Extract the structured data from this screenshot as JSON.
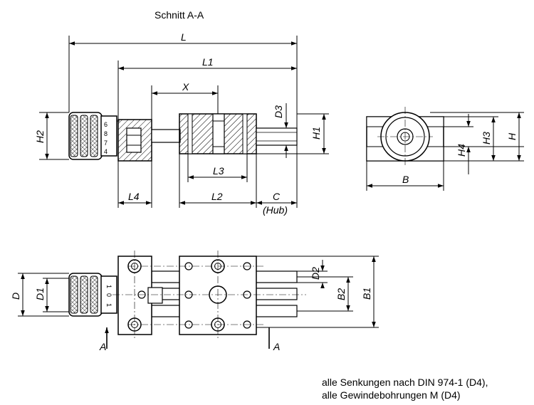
{
  "title": "Schnitt A-A",
  "section_marker": "A",
  "dimensions": {
    "L": "L",
    "L1": "L1",
    "X": "X",
    "D3": "D3",
    "H1": "H1",
    "H2": "H2",
    "L3": "L3",
    "L4": "L4",
    "L2": "L2",
    "C": "C",
    "hub": "(Hub)",
    "B": "B",
    "H4": "H4",
    "H3": "H3",
    "H": "H",
    "D": "D",
    "D1": "D1",
    "D2": "D2",
    "B2": "B2",
    "B1": "B1"
  },
  "scale_marks": {
    "side": [
      "6",
      "8",
      "7",
      "4"
    ],
    "top": [
      "1",
      "0",
      "1"
    ]
  },
  "notes": {
    "line1": "alle Senkungen nach DIN 974-1 (D4),",
    "line2": "alle Gewindebohrungen M (D4)"
  },
  "colors": {
    "line": "#000000",
    "background": "#ffffff"
  }
}
